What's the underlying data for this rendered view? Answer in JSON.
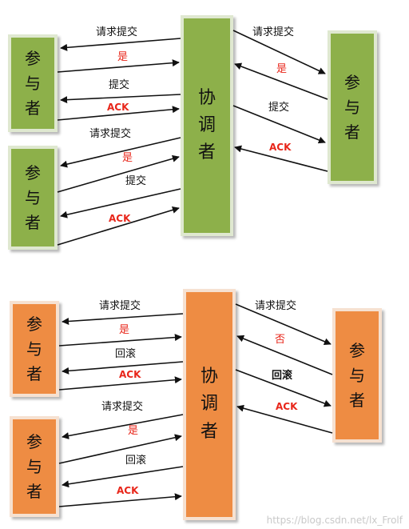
{
  "diagram_top": {
    "participant_1": {
      "chars": [
        "参",
        "与",
        "者"
      ]
    },
    "participant_2": {
      "chars": [
        "参",
        "与",
        "者"
      ]
    },
    "coordinator": {
      "chars": [
        "协",
        "调",
        "者"
      ]
    },
    "participant_3": {
      "chars": [
        "参",
        "与",
        "者"
      ]
    },
    "left_msgs": {
      "p1_request": "请求提交",
      "p1_yes": "是",
      "p1_commit": "提交",
      "p1_ack": "ACK",
      "p2_request": "请求提交",
      "p2_yes": "是",
      "p2_commit": "提交",
      "p2_ack": "ACK"
    },
    "right_msgs": {
      "request": "请求提交",
      "yes": "是",
      "commit": "提交",
      "ack": "ACK"
    }
  },
  "diagram_bottom": {
    "participant_1": {
      "chars": [
        "参",
        "与",
        "者"
      ]
    },
    "participant_2": {
      "chars": [
        "参",
        "与",
        "者"
      ]
    },
    "coordinator": {
      "chars": [
        "协",
        "调",
        "者"
      ]
    },
    "participant_3": {
      "chars": [
        "参",
        "与",
        "者"
      ]
    },
    "left_msgs": {
      "p1_request": "请求提交",
      "p1_yes": "是",
      "p1_rollback": "回滚",
      "p1_ack": "ACK",
      "p2_request": "请求提交",
      "p2_yes": "是",
      "p2_rollback": "回滚",
      "p2_ack": "ACK"
    },
    "right_msgs": {
      "request": "请求提交",
      "no": "否",
      "rollback": "回滚",
      "ack": "ACK"
    }
  },
  "watermark": "https://blog.csdn.net/lx_Frolf",
  "colors": {
    "participant_green": "#8db04a",
    "participant_orange": "#ee8c43",
    "label_red": "#e8261a"
  }
}
